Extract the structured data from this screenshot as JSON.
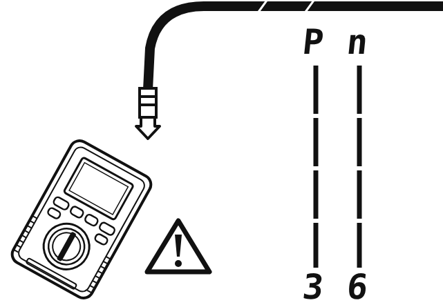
{
  "diagram": {
    "labels": [
      "P",
      "n",
      "3",
      "6"
    ]
  }
}
